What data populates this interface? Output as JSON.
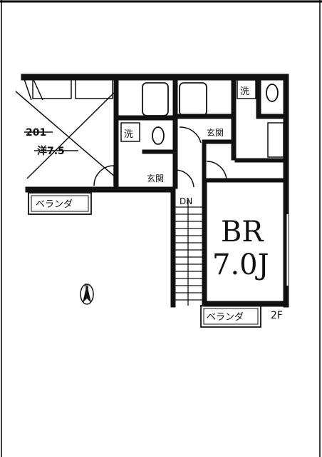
{
  "floor_plan": {
    "unit_201": {
      "number": "201",
      "room": "洋7.5"
    },
    "unit_main": {
      "room_type": "BR",
      "room_size": "7.0J"
    },
    "labels": {
      "wash": "洗",
      "entrance": "玄関",
      "veranda": "ベランダ",
      "stair_down": "DN",
      "floor": "2F"
    },
    "compass": {
      "north": "N"
    },
    "colors": {
      "ink": "#111111",
      "paper": "#ffffff"
    }
  }
}
